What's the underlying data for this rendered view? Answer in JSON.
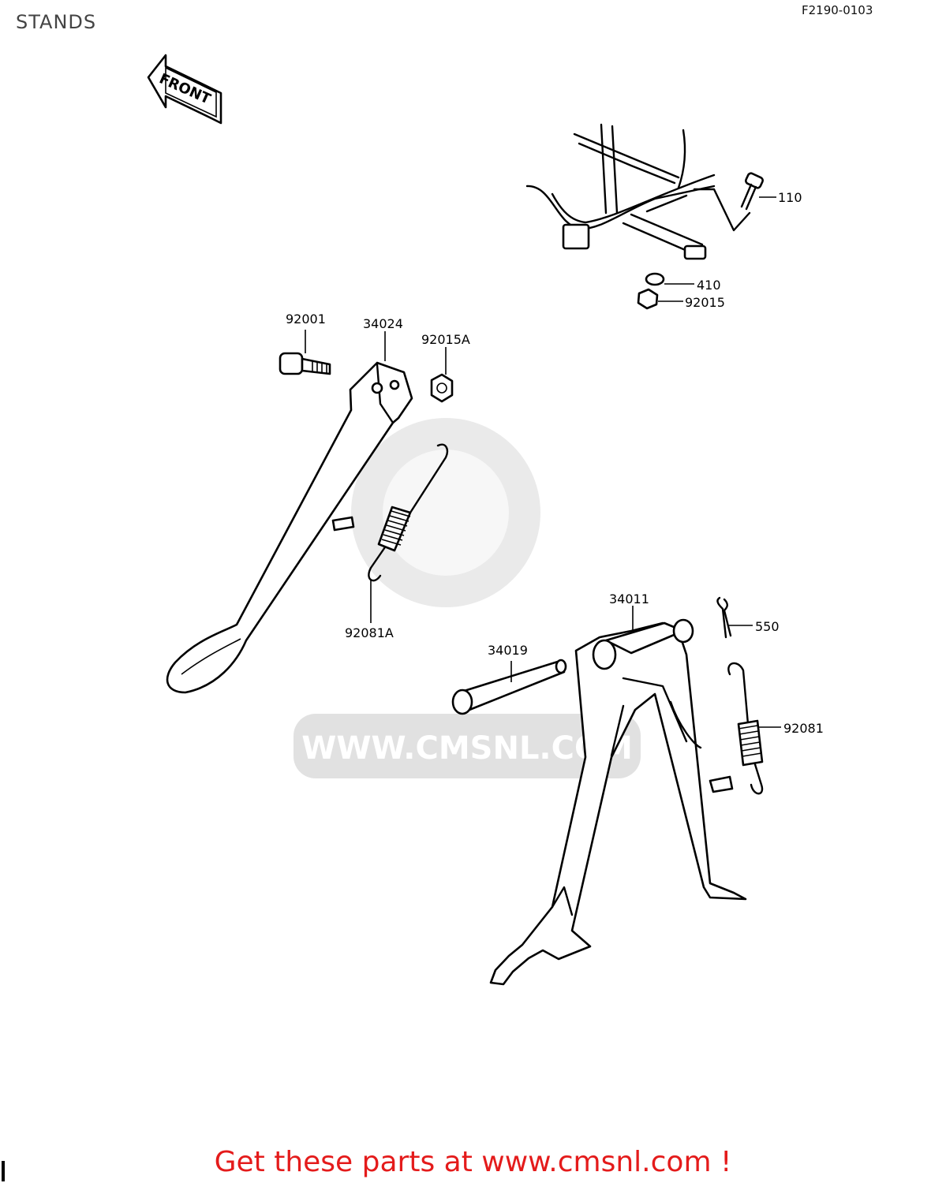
{
  "header": {
    "title": "STANDS",
    "ref_code": "F2190-0103"
  },
  "front_arrow": {
    "label": "FRONT"
  },
  "watermark": {
    "text": "WWW.CMSNL.COM"
  },
  "labels": {
    "p110": "110",
    "p410": "410",
    "p92015": "92015",
    "p92001": "92001",
    "p34024": "34024",
    "p92015A": "92015A",
    "p92081A": "92081A",
    "p34011": "34011",
    "p550": "550",
    "p34019": "34019",
    "p92081": "92081"
  },
  "footer": {
    "text": "Get these parts at www.cmsnl.com !"
  }
}
